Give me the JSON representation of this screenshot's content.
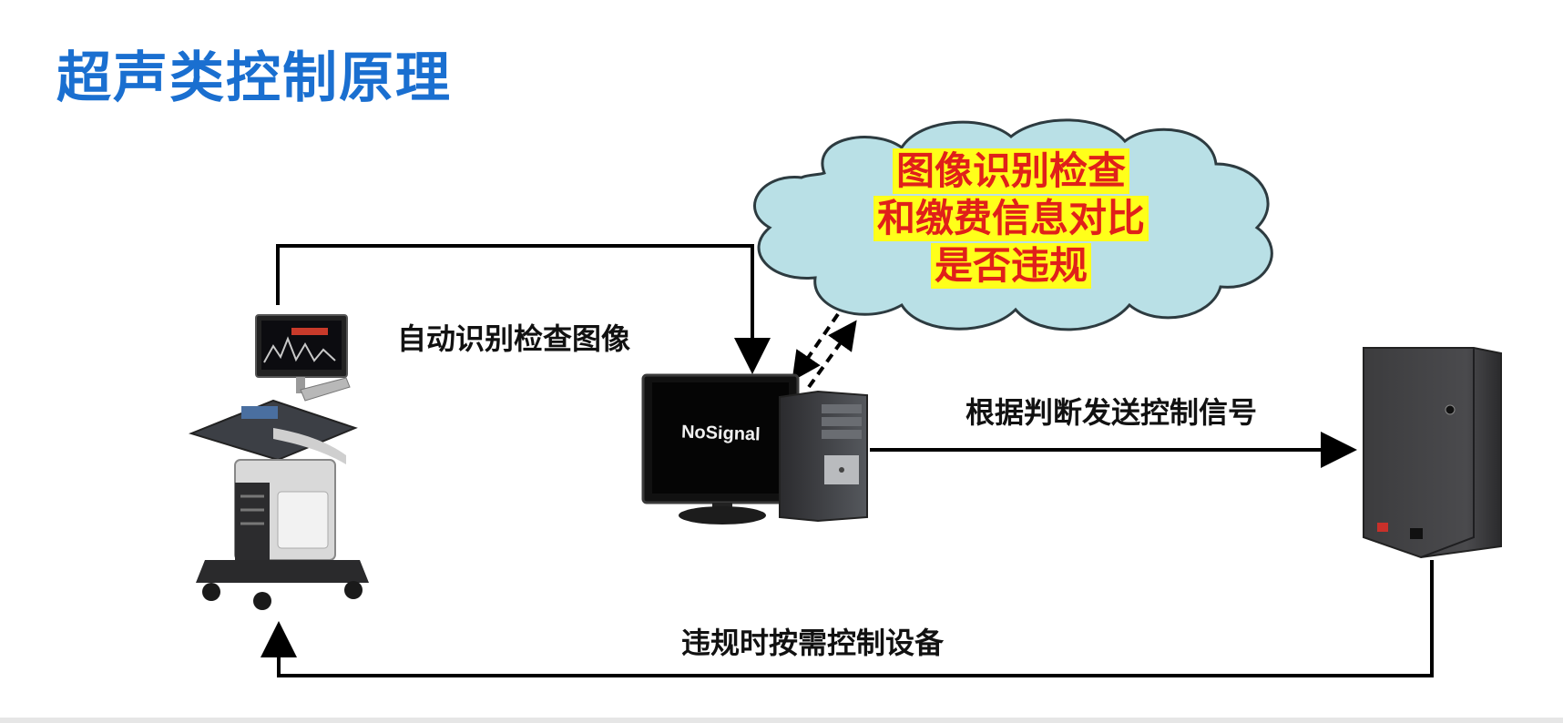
{
  "title": "超声类控制原理",
  "cloud": {
    "line1": "图像识别检查",
    "line2": "和缴费信息对比",
    "line3": "是否违规"
  },
  "labels": {
    "auto_recognize": "自动识别检查图像",
    "send_signal": "根据判断发送控制信号",
    "control_device": "违规时按需控制设备"
  },
  "monitor_text": "NoSignal",
  "colors": {
    "title": "#1a6fd0",
    "cloud_fill": "#b9e0e6",
    "highlight_bg": "#ffff1a",
    "highlight_text": "#e0201a"
  }
}
